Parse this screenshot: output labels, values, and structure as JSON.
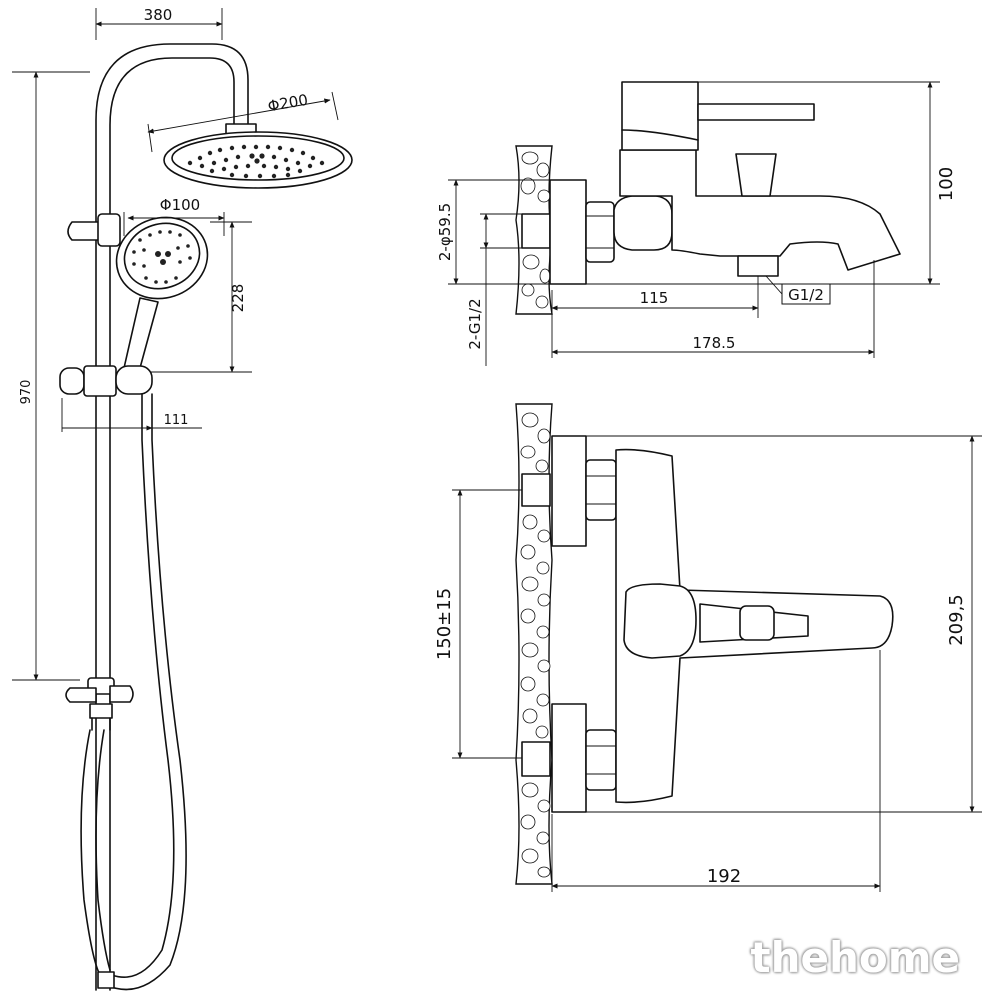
{
  "shower_system": {
    "dims": {
      "arm_reach": "380",
      "head_diameter": "Φ200",
      "hand_diameter": "Φ100",
      "hand_offset": "228",
      "total_height": "970",
      "holder_depth": "111"
    }
  },
  "mixer_side_view": {
    "dims": {
      "inlet_diameter": "2-φ59.5",
      "inlet_thread": "2-G1/2",
      "spout_outlet": "115",
      "overall_depth": "178.5",
      "outlet_thread": "G1/2",
      "height": "100"
    }
  },
  "mixer_top_view": {
    "dims": {
      "inlet_spacing": "150±15",
      "width": "209,5",
      "depth": "192"
    }
  },
  "watermark": "thehome"
}
